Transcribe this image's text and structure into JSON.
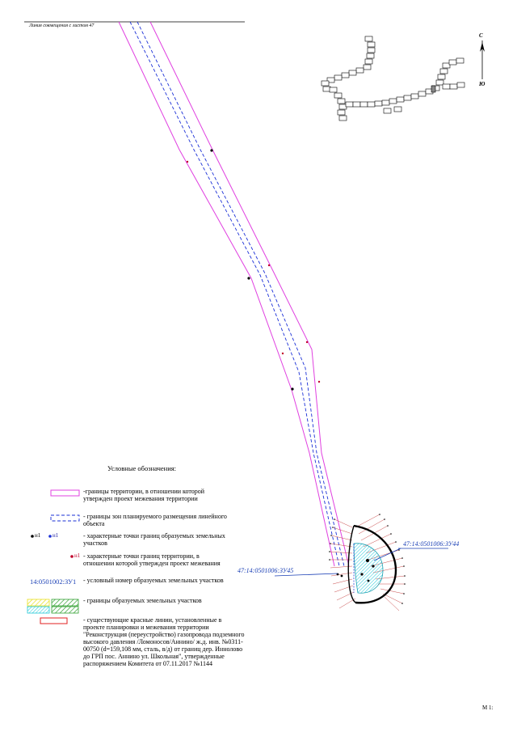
{
  "header": {
    "sheet_join_label": "Линия совмещения с листом 47"
  },
  "compass": {
    "north": "С",
    "south": "Ю"
  },
  "parcels": {
    "zu44": "47:14:0501006:ЗУ44",
    "zu45": "47:14:0501006:ЗУ45"
  },
  "legend": {
    "title": "Условные обозначения:",
    "items": [
      "-границы территории, в отношении которой утвержден проект межевания территории",
      "- границы зон планируемого размещения линейного объекта",
      "- характерные точки границ образуемых земельных участков",
      "- характерные точки границ территории, в отношении которой утвержден проект межевания",
      "- условный номер образуемых земельных участков",
      "- границы образуемых земельных участков",
      "- существующие красные линии, установленные в проекте планировки и межевания территории \"Реконструкция (переустройство) газопровода подземного высокого давления /Ломоносов/Аннино/ ж.д. инв. №0311-00750 (d=159,108 мм, сталь, в/д) от границ дер. Иннолово до ГРП пос. Аннино ул. Школьная\", утвержденные распоряжением Комитета от 07.11.2017 №1144"
    ],
    "point_label_a": "н1",
    "point_label_b": "н1",
    "point_label_c": "н1",
    "zu_sample": "14:0501002:ЗУ1"
  },
  "scale_label": "М 1:",
  "colors": {
    "territory_boundary": "#e040e0",
    "zone_boundary": "#1a2fd6",
    "red_line": "#e02020",
    "hatch_yellow": "#e8e020",
    "hatch_green": "#30a030",
    "hatch_cyan": "#20c8d8"
  }
}
